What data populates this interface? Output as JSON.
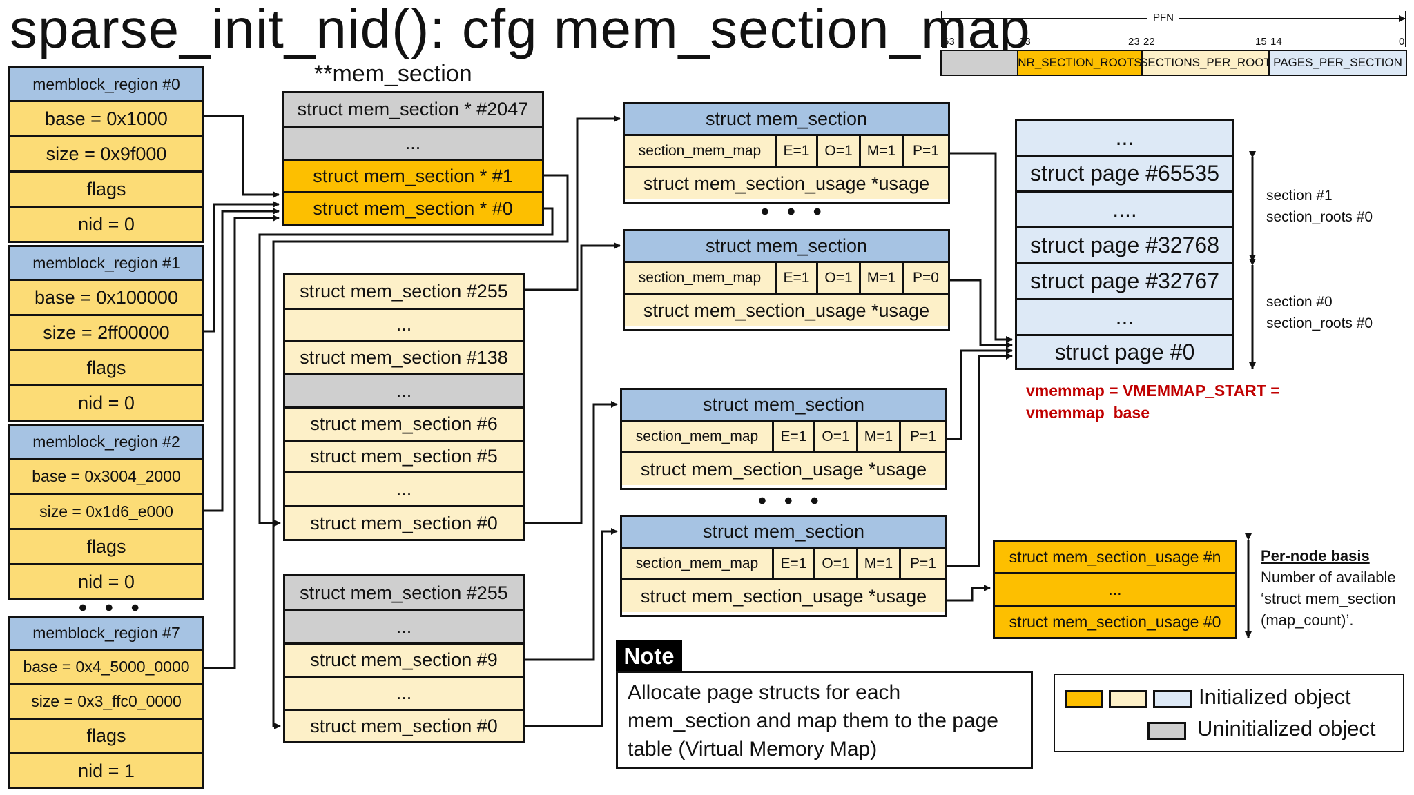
{
  "title": "sparse_init_nid(): cfg mem_section_map",
  "mem_section_label": "**mem_section",
  "memblock_regions": [
    {
      "header": "memblock_region #0",
      "base": "base = 0x1000",
      "size": "size = 0x9f000",
      "flags": "flags",
      "nid": "nid = 0"
    },
    {
      "header": "memblock_region #1",
      "base": "base = 0x100000",
      "size": "size = 2ff00000",
      "flags": "flags",
      "nid": "nid = 0"
    },
    {
      "header": "memblock_region #2",
      "base": "base = 0x3004_2000",
      "size": "size = 0x1d6_e000",
      "flags": "flags",
      "nid": "nid = 0"
    },
    {
      "header": "memblock_region #7",
      "base": "base = 0x4_5000_0000",
      "size": "size = 0x3_ffc0_0000",
      "flags": "flags",
      "nid": "nid = 1"
    }
  ],
  "root_array": [
    "struct mem_section * #2047",
    "...",
    "struct mem_section * #1",
    "struct mem_section * #0"
  ],
  "section_array_1": [
    "struct mem_section #255",
    "...",
    "struct mem_section #138",
    "...",
    "struct mem_section #6",
    "struct mem_section #5",
    "...",
    "struct mem_section #0"
  ],
  "section_array_2": [
    "struct mem_section #255",
    "...",
    "struct mem_section #9",
    "...",
    "struct mem_section #0"
  ],
  "mem_section_struct": {
    "header": "struct mem_section",
    "map": "section_mem_map",
    "usage": "struct mem_section_usage *usage"
  },
  "section_flags": [
    [
      "E=1",
      "O=1",
      "M=1",
      "P=1"
    ],
    [
      "E=1",
      "O=1",
      "M=1",
      "P=0"
    ],
    [
      "E=1",
      "O=1",
      "M=1",
      "P=1"
    ],
    [
      "E=1",
      "O=1",
      "M=1",
      "P=1"
    ]
  ],
  "pages": [
    "...",
    "struct page #65535",
    "....",
    "struct page #32768",
    "struct page #32767",
    "...",
    "struct page #0"
  ],
  "page_side_labels": [
    {
      "line1": "section #1",
      "line2": "section_roots #0"
    },
    {
      "line1": "section #0",
      "line2": "section_roots #0"
    }
  ],
  "vmemmap": {
    "line1": "vmemmap = VMEMMAP_START =",
    "line2": "vmemmap_base"
  },
  "usage_array": [
    "struct mem_section_usage #n",
    "...",
    "struct mem_section_usage #0"
  ],
  "per_node": {
    "heading": "Per-node basis",
    "line1": "Number of available",
    "line2": "‘struct mem_section",
    "line3": "(map_count)’."
  },
  "pfn": {
    "label": "PFN",
    "bit_labels": [
      "63",
      "33",
      "23",
      "22",
      "15",
      "14",
      "0"
    ],
    "fields": [
      "NR_SECTION_ROOTS",
      "SECTIONS_PER_ROOT",
      "PAGES_PER_SECTION"
    ]
  },
  "note": {
    "tag": "Note",
    "line1": "Allocate page structs for each",
    "line2": "mem_section and map them to the page",
    "line3": "table (Virtual Memory Map)"
  },
  "legend": {
    "initialized": "Initialized object",
    "uninitialized": "Uninitialized object"
  },
  "colors": {
    "blue_header": "#a6c3e3",
    "yellow": "#fcdc76",
    "orange": "#fdbf00",
    "cream": "#fdf0c8",
    "gray": "#cfcfcf",
    "light_blue": "#dde9f6",
    "red_text": "#c00000"
  }
}
